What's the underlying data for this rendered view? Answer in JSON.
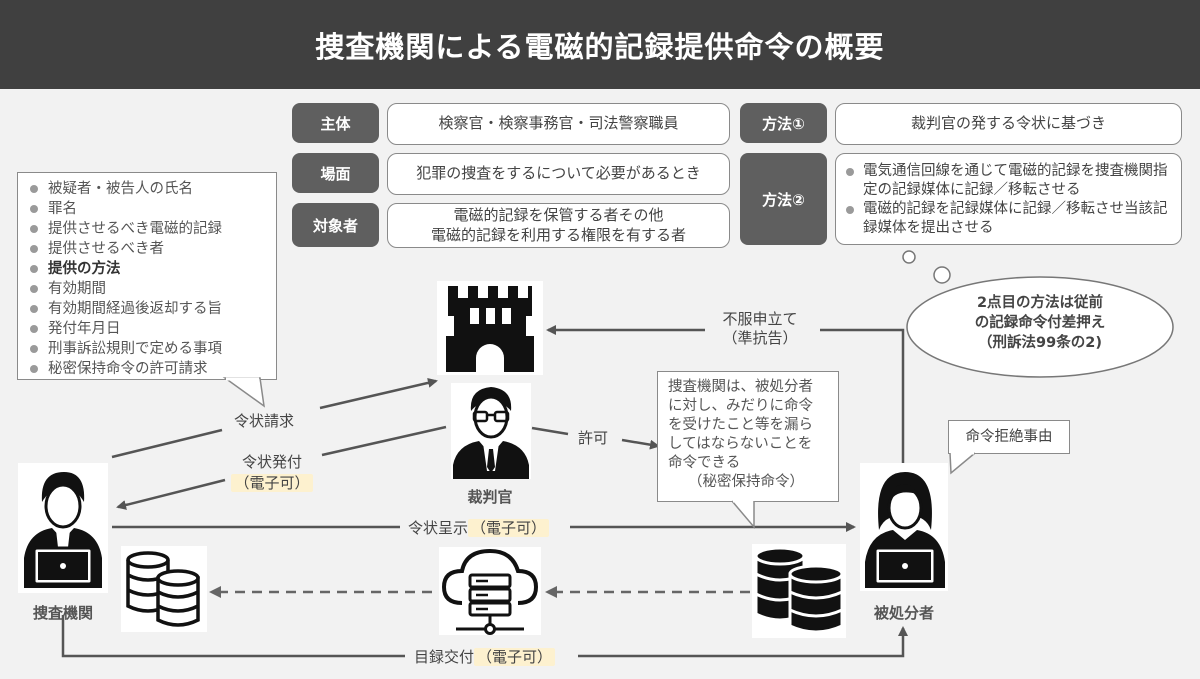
{
  "title": "捜査機関による電磁的記録提供命令の概要",
  "tags": {
    "subject": "主体",
    "scene": "場面",
    "target": "対象者",
    "method1": "方法①",
    "method2": "方法②"
  },
  "values": {
    "subject": "検察官・検察事務官・司法警察職員",
    "scene": "犯罪の捜査をするについて必要があるとき",
    "target_line1": "電磁的記録を保管する者その他",
    "target_line2": "電磁的記録を利用する権限を有する者",
    "method1": "裁判官の発する令状に基づき",
    "method2_items": [
      "電気通信回線を通じて電磁的記録を捜査機関指定の記録媒体に記録／移転させる",
      "電磁的記録を記録媒体に記録／移転させ当該記録媒体を提出させる"
    ]
  },
  "warrant_items": [
    "被疑者・被告人の氏名",
    "罪名",
    "提供させるべき電磁的記録",
    "提供させるべき者",
    "提供の方法",
    "有効期間",
    "有効期間経過後返却する旨",
    "発付年月日",
    "刑事訴訟規則で定める事項",
    "秘密保持命令の許可請求"
  ],
  "thought": {
    "line1": "2点目の方法は従前",
    "line2": "の記録命令付差押え",
    "line3": "（刑訴法99条の2)"
  },
  "secrecy_note": {
    "line1": "捜査機関は、被処分者",
    "line2": "に対し、みだりに命令",
    "line3": "を受けたこと等を漏ら",
    "line4": "してはならないことを",
    "line5": "命令できる",
    "line6": "（秘密保持命令）"
  },
  "refusal": "命令拒絶事由",
  "labels": {
    "appeal_line1": "不服申立て",
    "appeal_line2": "（準抗告）",
    "warrant_request": "令状請求",
    "warrant_issue": "令状発付",
    "electronic_ok": "（電子可）",
    "permission": "許可",
    "warrant_present": "令状呈示",
    "inventory": "目録交付",
    "judge": "裁判官",
    "agency": "捜査機関",
    "recipient": "被処分者"
  }
}
